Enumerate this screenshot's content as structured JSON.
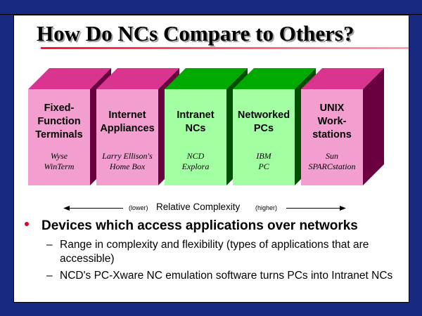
{
  "title": "How Do NCs Compare to Others?",
  "colors": {
    "frame": "#172880",
    "pink_front": "#f29fd0",
    "pink_top": "#d9348e",
    "pink_side": "#6b0040",
    "green_front": "#a2ffa2",
    "green_top": "#00aa00",
    "green_side": "#004f00",
    "bullet": "#e00020"
  },
  "boxes": [
    {
      "label": [
        "Fixed-",
        "Function",
        "Terminals"
      ],
      "example": [
        "Wyse",
        "WinTerm"
      ],
      "color": "pink"
    },
    {
      "label": [
        "Internet",
        "Appliances"
      ],
      "example": [
        "Larry Ellison's",
        "Home Box"
      ],
      "color": "pink"
    },
    {
      "label": [
        "Intranet",
        "NCs"
      ],
      "example": [
        "NCD",
        "Explora"
      ],
      "color": "green"
    },
    {
      "label": [
        "Networked",
        "PCs"
      ],
      "example": [
        "IBM",
        "PC"
      ],
      "color": "green"
    },
    {
      "label": [
        "UNIX",
        "Work-",
        "stations"
      ],
      "example": [
        "Sun",
        "SPARCstation"
      ],
      "color": "pink"
    }
  ],
  "axis": {
    "lower": "(lower)",
    "label": "Relative Complexity",
    "higher": "(higher)"
  },
  "bullet": {
    "text": "Devices which access applications over networks",
    "dash": "–",
    "subitems": [
      "Range in complexity and flexibility (types of applications that are accessible)",
      "NCD's PC-Xware NC emulation software turns PCs into Intranet NCs"
    ]
  }
}
